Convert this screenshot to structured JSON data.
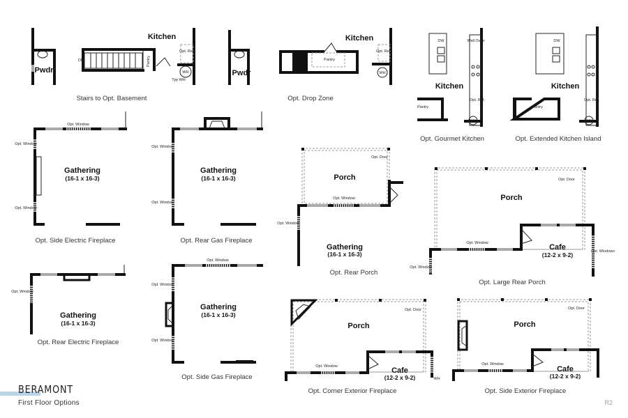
{
  "footer": {
    "brand": "BERAMONT",
    "subtitle": "First Floor Options",
    "page": "R2",
    "accent_color": "#b9d4e4"
  },
  "labels": {
    "kitchen": "Kitchen",
    "pwdr": "Pwdr",
    "pantry": "Pantry",
    "dn": "DN",
    "opt_ref": "Opt. Ref.",
    "wh": "WH",
    "typ_wh": "Typ WH",
    "dw": "DW",
    "wall_oven": "Wall Oven",
    "gathering": "Gathering",
    "gathering_dim": "(16-1 x 16-3)",
    "opt_window": "Opt. Window",
    "opt_windows": "Opt. Windows",
    "opt_door": "Opt. Door",
    "porch": "Porch",
    "cafe": "Cafe",
    "cafe_dim": "(12-2 x 9-2)"
  },
  "captions": [
    "Stairs to Opt. Basement",
    "Opt. Drop Zone",
    "Opt. Gourmet Kitchen",
    "Opt. Extended Kitchen Island",
    "Opt. Side Electric Fireplace",
    "Opt. Rear Gas Fireplace",
    "Opt. Rear Porch",
    "Opt. Large Rear Porch",
    "Opt. Rear Electric Fireplace",
    "Opt. Side Gas Fireplace",
    "Opt. Corner Exterior Fireplace",
    "Opt. Side Exterior Fireplace"
  ]
}
